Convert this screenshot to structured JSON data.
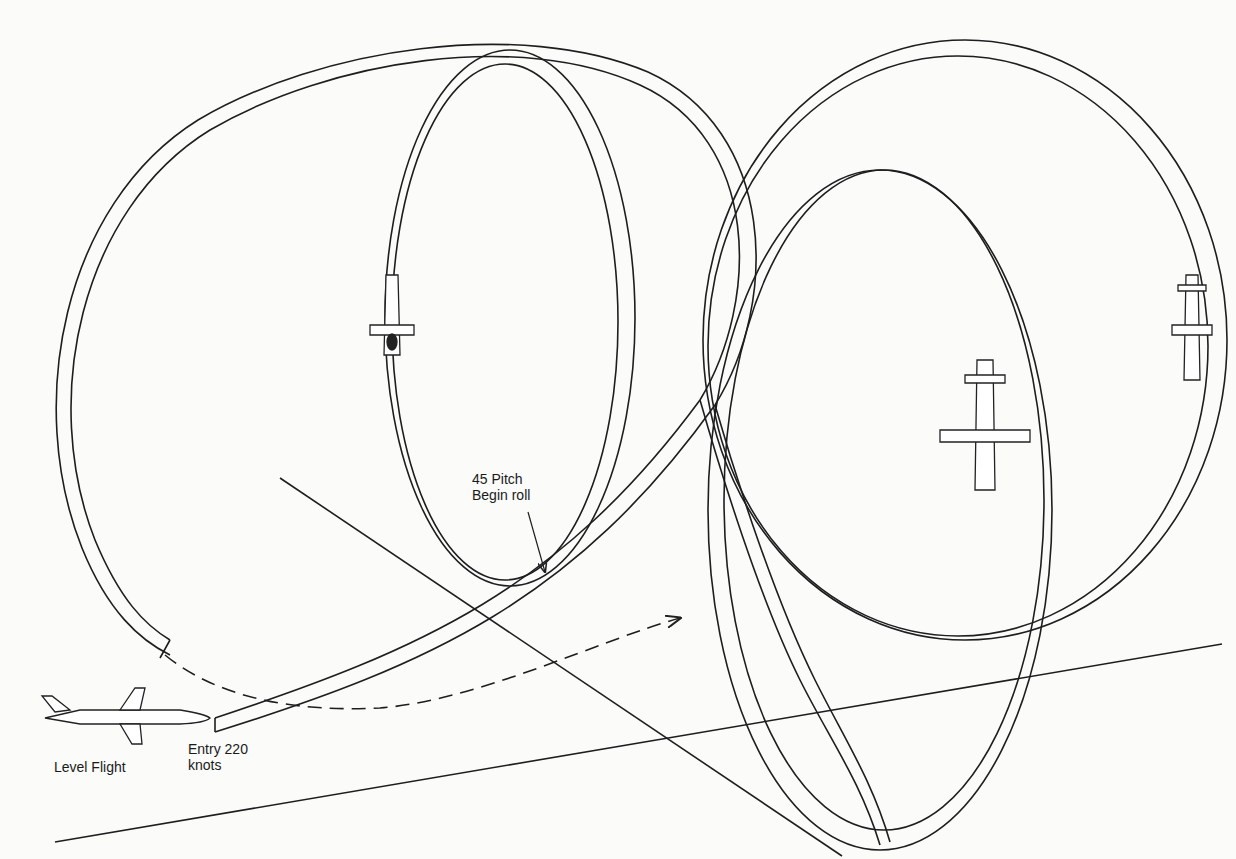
{
  "diagram": {
    "labels": [
      "45 Pitch Begin roll",
      "Entry 220 knots",
      "Level Flight"
    ]
  }
}
